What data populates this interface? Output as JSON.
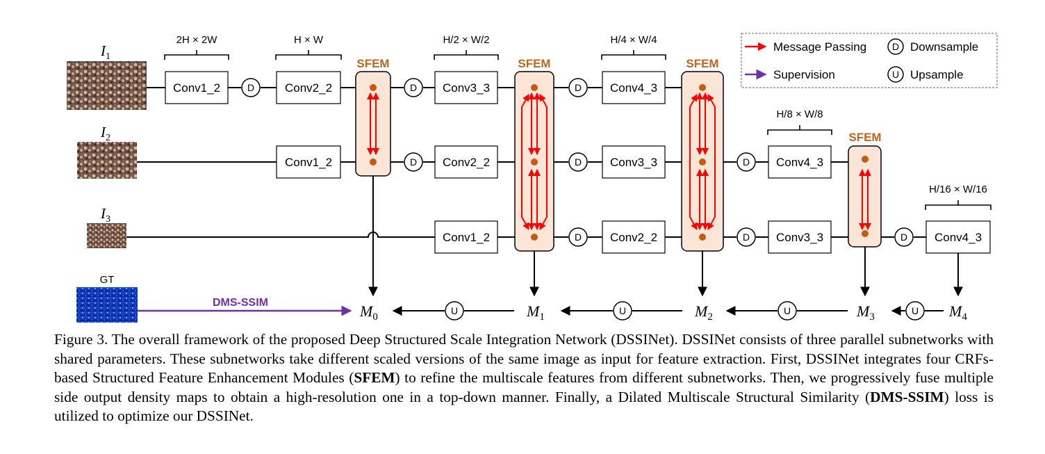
{
  "inputs": [
    {
      "letter": "I",
      "sub": "1"
    },
    {
      "letter": "I",
      "sub": "2"
    },
    {
      "letter": "I",
      "sub": "3"
    }
  ],
  "gt_label": "GT",
  "dims": {
    "d0": "2H × 2W",
    "d1": "H × W",
    "d2": "H/2 × W/2",
    "d3": "H/4 × W/4",
    "d4": "H/8 × W/8",
    "d5": "H/16 × W/16"
  },
  "convs": {
    "r1c1": "Conv1_2",
    "r1c2": "Conv2_2",
    "r1c3": "Conv3_3",
    "r1c4": "Conv4_3",
    "r2c1": "Conv1_2",
    "r2c2": "Conv2_2",
    "r2c3": "Conv3_3",
    "r2c4": "Conv4_3",
    "r3c1": "Conv1_2",
    "r3c2": "Conv2_2",
    "r3c3": "Conv3_3",
    "r3c4": "Conv4_3"
  },
  "sfem_label": "SFEM",
  "downsample_symbol": "D",
  "upsample_symbol": "U",
  "outputs": [
    {
      "letter": "M",
      "sub": "0"
    },
    {
      "letter": "M",
      "sub": "1"
    },
    {
      "letter": "M",
      "sub": "2"
    },
    {
      "letter": "M",
      "sub": "3"
    },
    {
      "letter": "M",
      "sub": "4"
    }
  ],
  "loss_label": "DMS-SSIM",
  "legend": {
    "message_passing": "Message Passing",
    "supervision": "Supervision",
    "downsample": "Downsample",
    "upsample": "Upsample"
  },
  "colors": {
    "message_passing": "#ff0000",
    "supervision": "#7030a0",
    "sfem_fill": "#fbe5d6",
    "node": "#c55a11",
    "sfem_text": "#c0651a"
  },
  "caption": {
    "p1": "Figure 3. The overall framework of the proposed Deep Structured Scale Integration Network (DSSINet).  DSSINet consists of three parallel subnetworks with shared parameters.  These subnetworks take different scaled versions of the same image as input for feature extraction. First, DSSINet integrates four CRFs-based Structured Feature Enhancement Modules (",
    "b1": "SFEM",
    "p2": ") to refine the multiscale features from different subnetworks. Then, we progressively fuse multiple side output density maps to obtain a high-resolution one in a top-down manner. Finally, a Dilated Multiscale Structural Similarity (",
    "b2": "DMS-SSIM",
    "p3": ") loss is utilized to optimize our DSSINet."
  }
}
